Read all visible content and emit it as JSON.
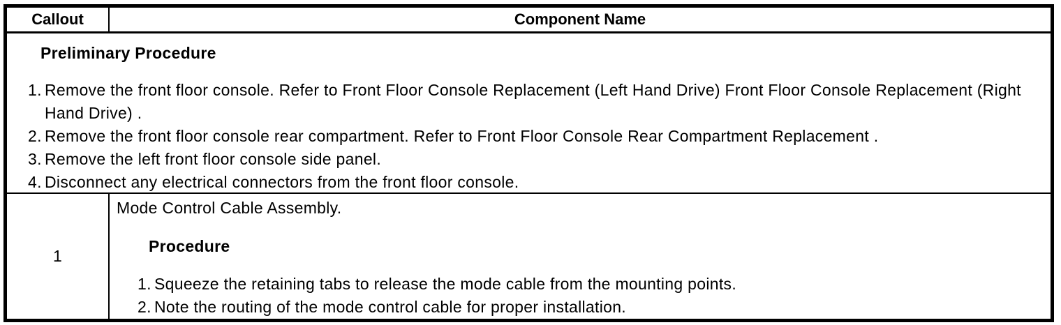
{
  "table": {
    "header": {
      "callout": "Callout",
      "component_name": "Component Name"
    },
    "preliminary": {
      "title": "Preliminary Procedure",
      "steps": [
        "Remove the front floor console. Refer to Front Floor Console Replacement (Left Hand Drive) Front Floor Console Replacement (Right Hand Drive) .",
        "Remove the front floor console rear compartment. Refer to Front Floor Console Rear Compartment Replacement .",
        "Remove the left front floor console side panel.",
        "Disconnect any electrical connectors from the front floor console."
      ]
    },
    "rows": [
      {
        "callout": "1",
        "component": "Mode Control Cable Assembly.",
        "procedure_title": "Procedure",
        "steps": [
          "Squeeze the retaining tabs to release the mode cable from the mounting points.",
          "Note the routing of the mode control cable for proper installation."
        ]
      }
    ]
  },
  "colors": {
    "border": "#000000",
    "text": "#000000",
    "background": "#ffffff"
  }
}
